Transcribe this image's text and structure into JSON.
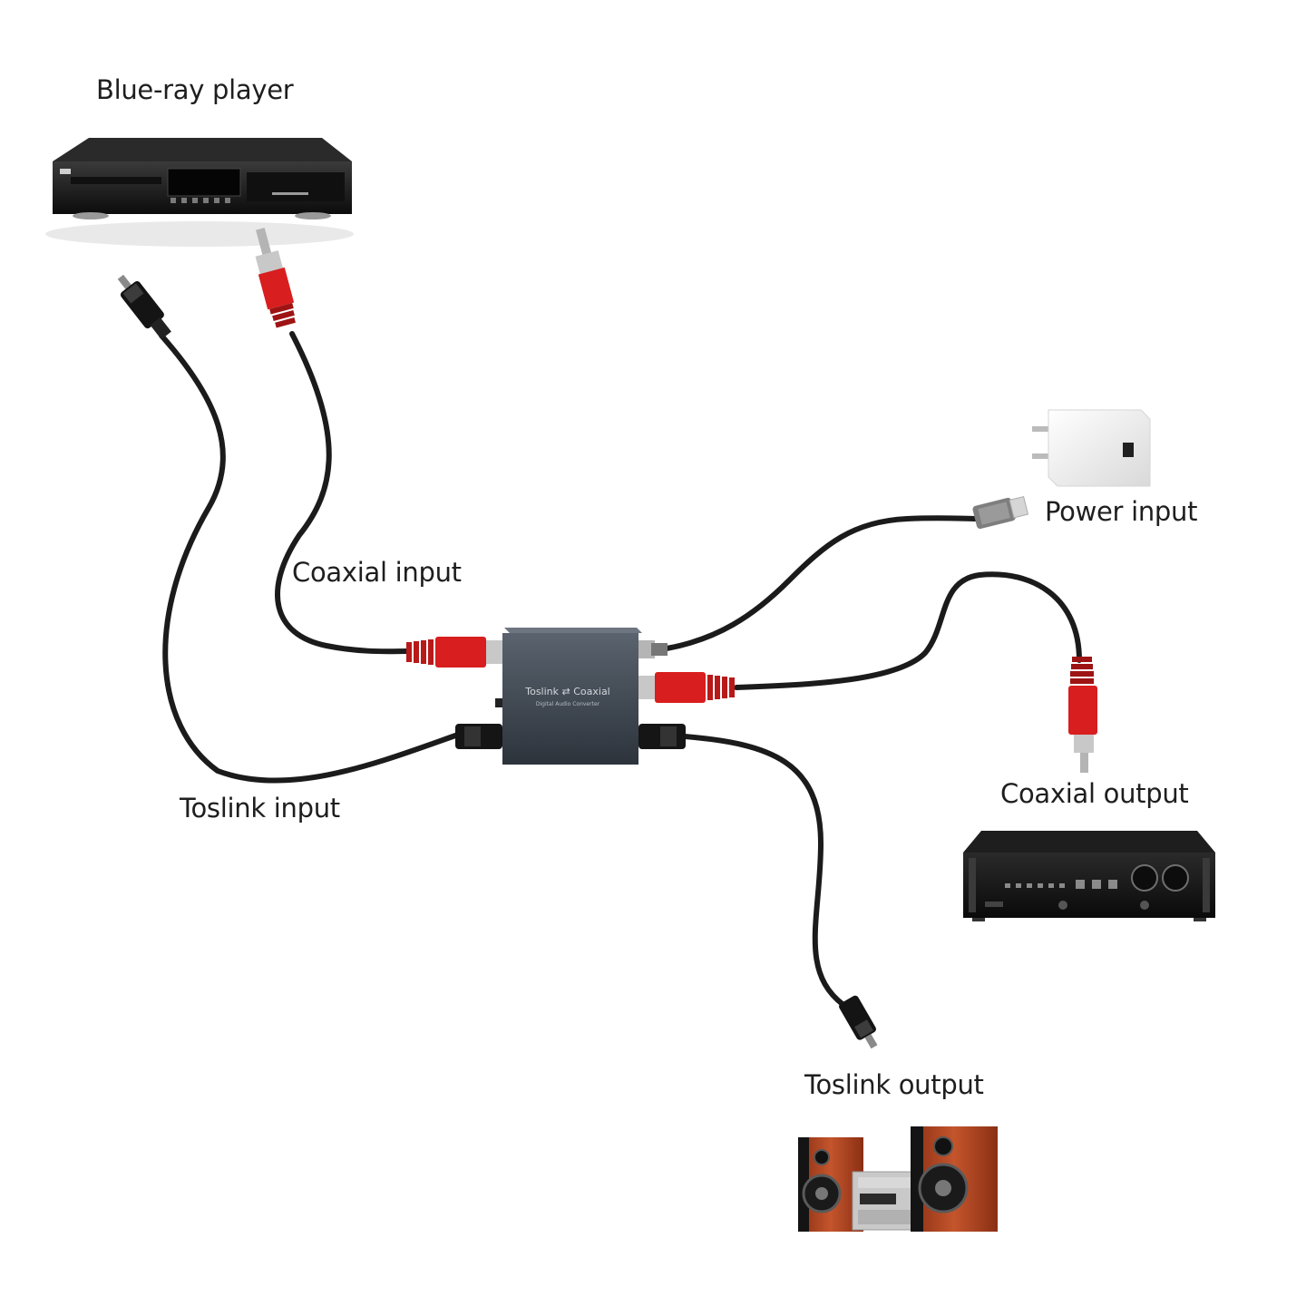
{
  "labels": {
    "bluray": "Blue-ray player",
    "coaxial_input": "Coaxial input",
    "toslink_input": "Toslink input",
    "power_input": "Power input",
    "coaxial_output": "Coaxial output",
    "toslink_output": "Toslink output"
  },
  "converter": {
    "title": "Toslink ⇄ Coaxial",
    "subtitle": "Digital Audio Converter"
  },
  "colors": {
    "cable": "#1b1b1b",
    "rca_red": "#d81e1e",
    "converter_body": "#3e4650",
    "device_black": "#1a1a1a",
    "speaker_wood": "#b84a26"
  }
}
